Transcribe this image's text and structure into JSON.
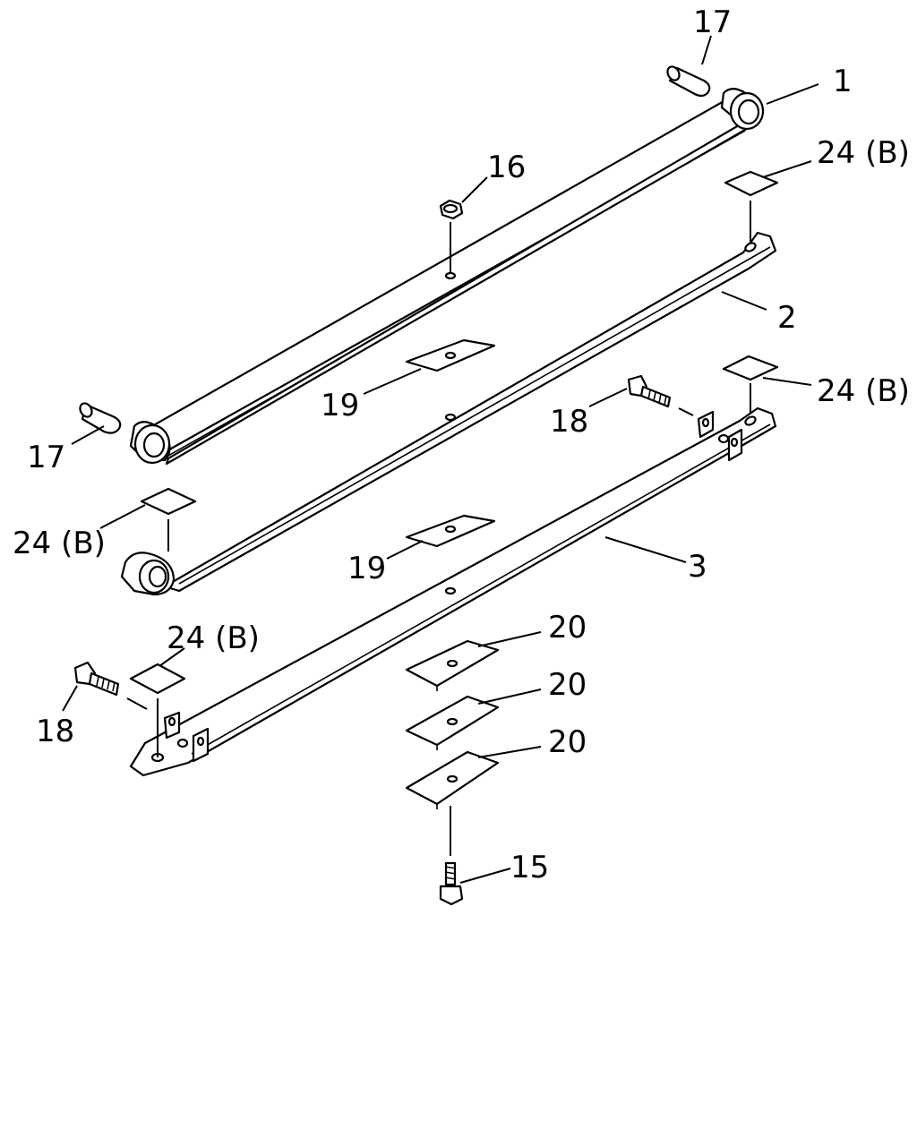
{
  "callouts": {
    "c17a": "17",
    "c1": "1",
    "c24a": "24 (B)",
    "c16": "16",
    "c2": "2",
    "c19a": "19",
    "c24b": "24 (B)",
    "c18a": "18",
    "c17b": "17",
    "c24c": "24 (B)",
    "c3": "3",
    "c19b": "19",
    "c20a": "20",
    "c24d": "24 (B)",
    "c20b": "20",
    "c18b": "18",
    "c20c": "20",
    "c15": "15"
  }
}
